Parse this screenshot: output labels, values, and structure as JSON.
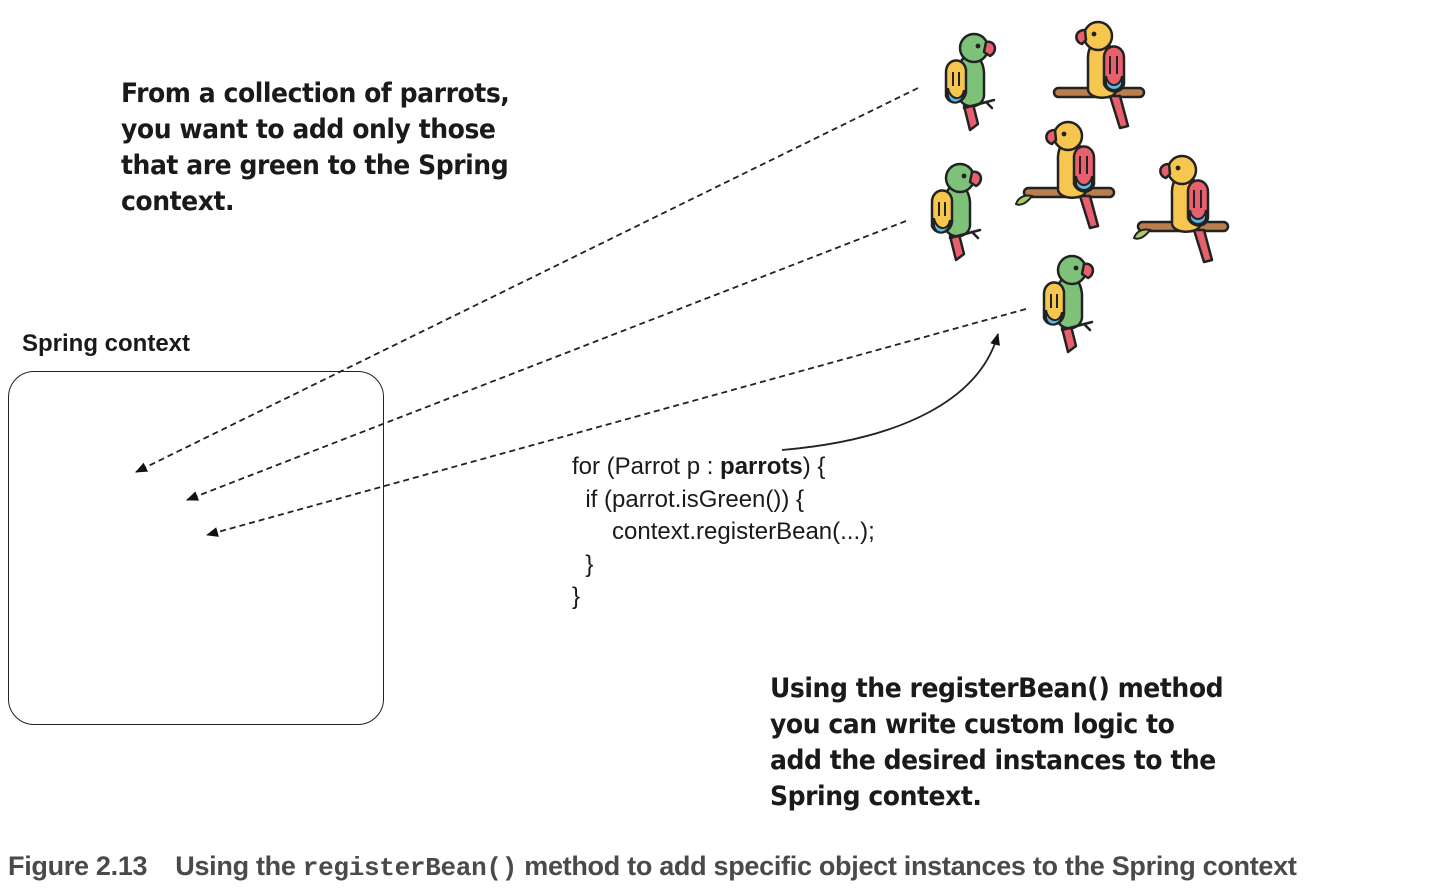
{
  "notes": {
    "top": [
      "From a collection of parrots,",
      "you want to add only those",
      "that are green to the Spring",
      "context."
    ],
    "bottom": [
      "Using the registerBean() method",
      "you can write custom logic to",
      "add the desired instances to the",
      "Spring context."
    ]
  },
  "context_box": {
    "label": "Spring context"
  },
  "code": {
    "line1_pre": "for (Parrot p : ",
    "line1_bold": "parrots",
    "line1_post": ") {",
    "line2": "  if (parrot.isGreen()) {",
    "line3": "      context.registerBean(...);",
    "line4": "  }",
    "line5": "}"
  },
  "caption": {
    "number": "Figure 2.13",
    "text_pre": "Using the ",
    "code": "registerBean()",
    "text_post": " method to add specific object instances to the Spring context"
  },
  "parrots": [
    {
      "kind": "green",
      "position": "top-left"
    },
    {
      "kind": "yellow",
      "position": "top-right"
    },
    {
      "kind": "green",
      "position": "middle-left"
    },
    {
      "kind": "yellow",
      "position": "middle-center"
    },
    {
      "kind": "yellow",
      "position": "middle-right"
    },
    {
      "kind": "green",
      "position": "bottom"
    }
  ],
  "colors": {
    "green_body": "#7ec27a",
    "yellow_body": "#f6c64f",
    "wing_red": "#e8606e",
    "wing_blue": "#5bb8e0",
    "branch": "#b97d4e",
    "leaf": "#a8cf6a"
  }
}
